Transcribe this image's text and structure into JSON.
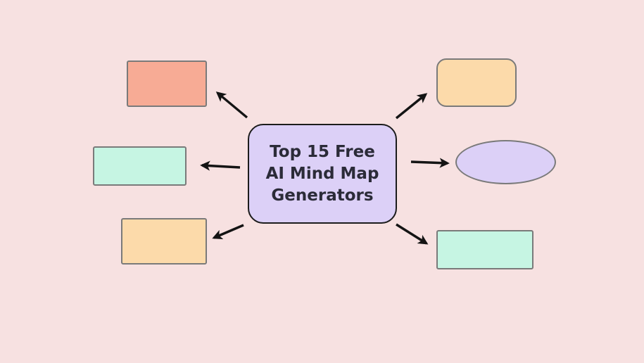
{
  "diagram": {
    "title_lines": [
      "Top 15 Free",
      "AI Mind Map",
      "Generators"
    ],
    "colors": {
      "background": "#f7e1e1",
      "center_fill": "#dcd0f7",
      "salmon": "#f7ab95",
      "mint": "#c6f5e3",
      "peach": "#fcdaaa",
      "lavender": "#dcd0f7",
      "arrow": "#141414",
      "node_border": "#7a7a7a"
    },
    "nodes": [
      {
        "id": "top-left",
        "shape": "rectangle",
        "color": "salmon",
        "label": ""
      },
      {
        "id": "middle-left",
        "shape": "rectangle",
        "color": "mint",
        "label": ""
      },
      {
        "id": "bottom-left",
        "shape": "rectangle",
        "color": "peach",
        "label": ""
      },
      {
        "id": "top-right",
        "shape": "rounded-rectangle",
        "color": "peach",
        "label": ""
      },
      {
        "id": "middle-right",
        "shape": "ellipse",
        "color": "lavender",
        "label": ""
      },
      {
        "id": "bottom-right",
        "shape": "rectangle",
        "color": "mint",
        "label": ""
      }
    ],
    "edges": [
      {
        "from": "center",
        "to": "top-left"
      },
      {
        "from": "center",
        "to": "middle-left"
      },
      {
        "from": "center",
        "to": "bottom-left"
      },
      {
        "from": "center",
        "to": "top-right"
      },
      {
        "from": "center",
        "to": "middle-right"
      },
      {
        "from": "center",
        "to": "bottom-right"
      }
    ]
  }
}
